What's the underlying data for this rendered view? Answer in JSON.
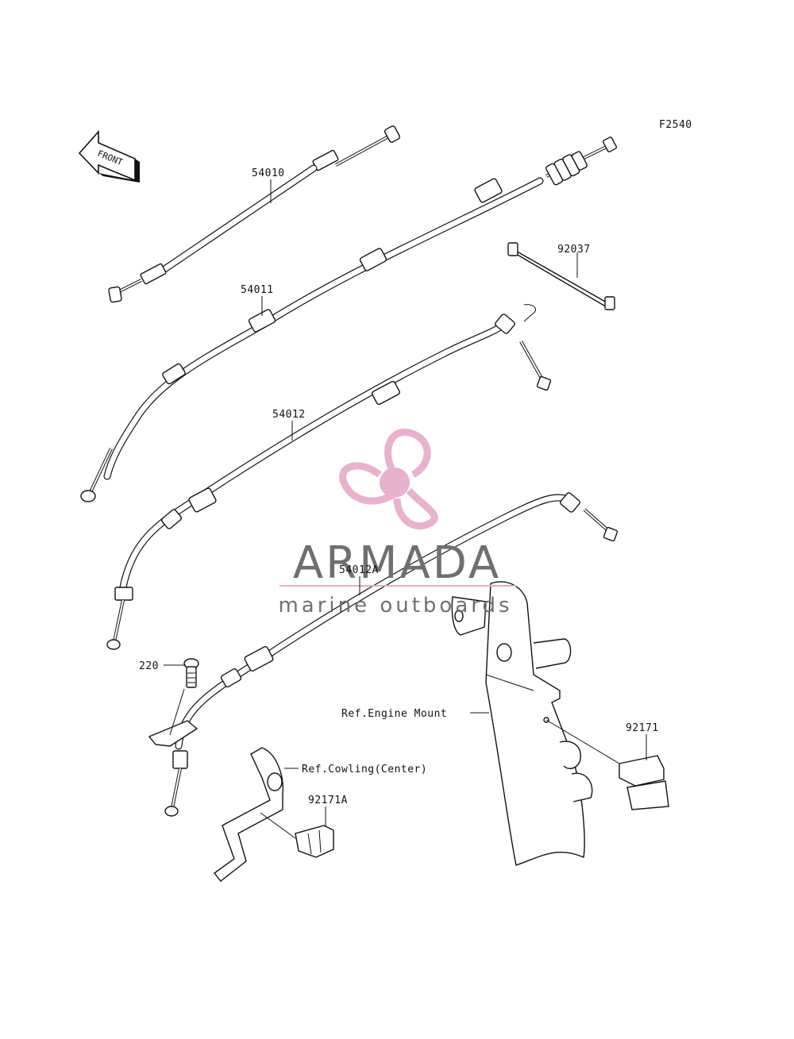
{
  "figure_code": "F2540",
  "front_label": "FRONT",
  "part_labels": {
    "p54010": "54010",
    "p54011": "54011",
    "p54012": "54012",
    "p54012a": "54012A",
    "p92037": "92037",
    "p220": "220",
    "p92171": "92171",
    "p92171a": "92171A",
    "ref_engine_mount": "Ref.Engine Mount",
    "ref_cowling": "Ref.Cowling(Center)"
  },
  "watermark": {
    "brand": "ARMADA",
    "tagline": "marine outboards",
    "color": "#e6a9c9"
  }
}
